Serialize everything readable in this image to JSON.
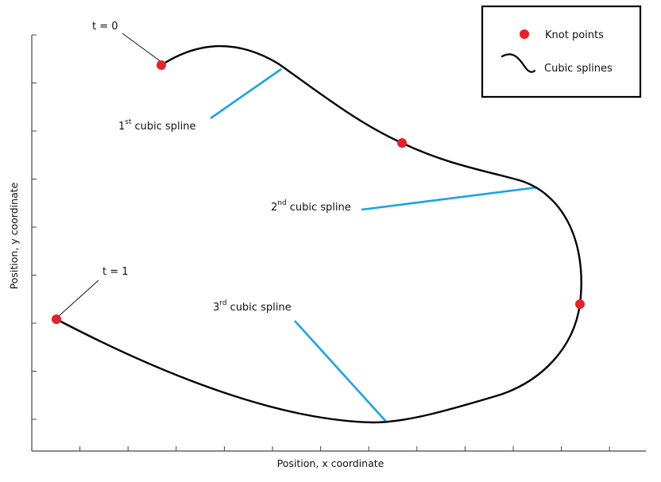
{
  "axes": {
    "x_label": "Position, x coordinate",
    "y_label": "Position, y coordinate",
    "x_tick_count": 13,
    "y_tick_count": 9,
    "ticks_labeled": false,
    "grid": false
  },
  "legend": {
    "placement": "top-right",
    "items": [
      {
        "marker": "red-dot",
        "label": "Knot points"
      },
      {
        "marker": "black-curve",
        "label": "Cubic splines"
      }
    ]
  },
  "annotations": {
    "t_start": "t = 0",
    "t_end": "t = 1",
    "splines": [
      {
        "num": "1",
        "sup": "st",
        "text": "cubic spline"
      },
      {
        "num": "2",
        "sup": "nd",
        "text": "cubic spline"
      },
      {
        "num": "3",
        "sup": "rd",
        "text": "cubic spline"
      }
    ]
  },
  "knot_points": [
    {
      "id": "start",
      "t": 0
    },
    {
      "id": "knot-2"
    },
    {
      "id": "knot-3"
    },
    {
      "id": "end",
      "t": 1
    }
  ],
  "colors": {
    "curve": "#000000",
    "knot": "#e8202a",
    "pointer": "#1aa3e8",
    "axis": "#444444"
  }
}
